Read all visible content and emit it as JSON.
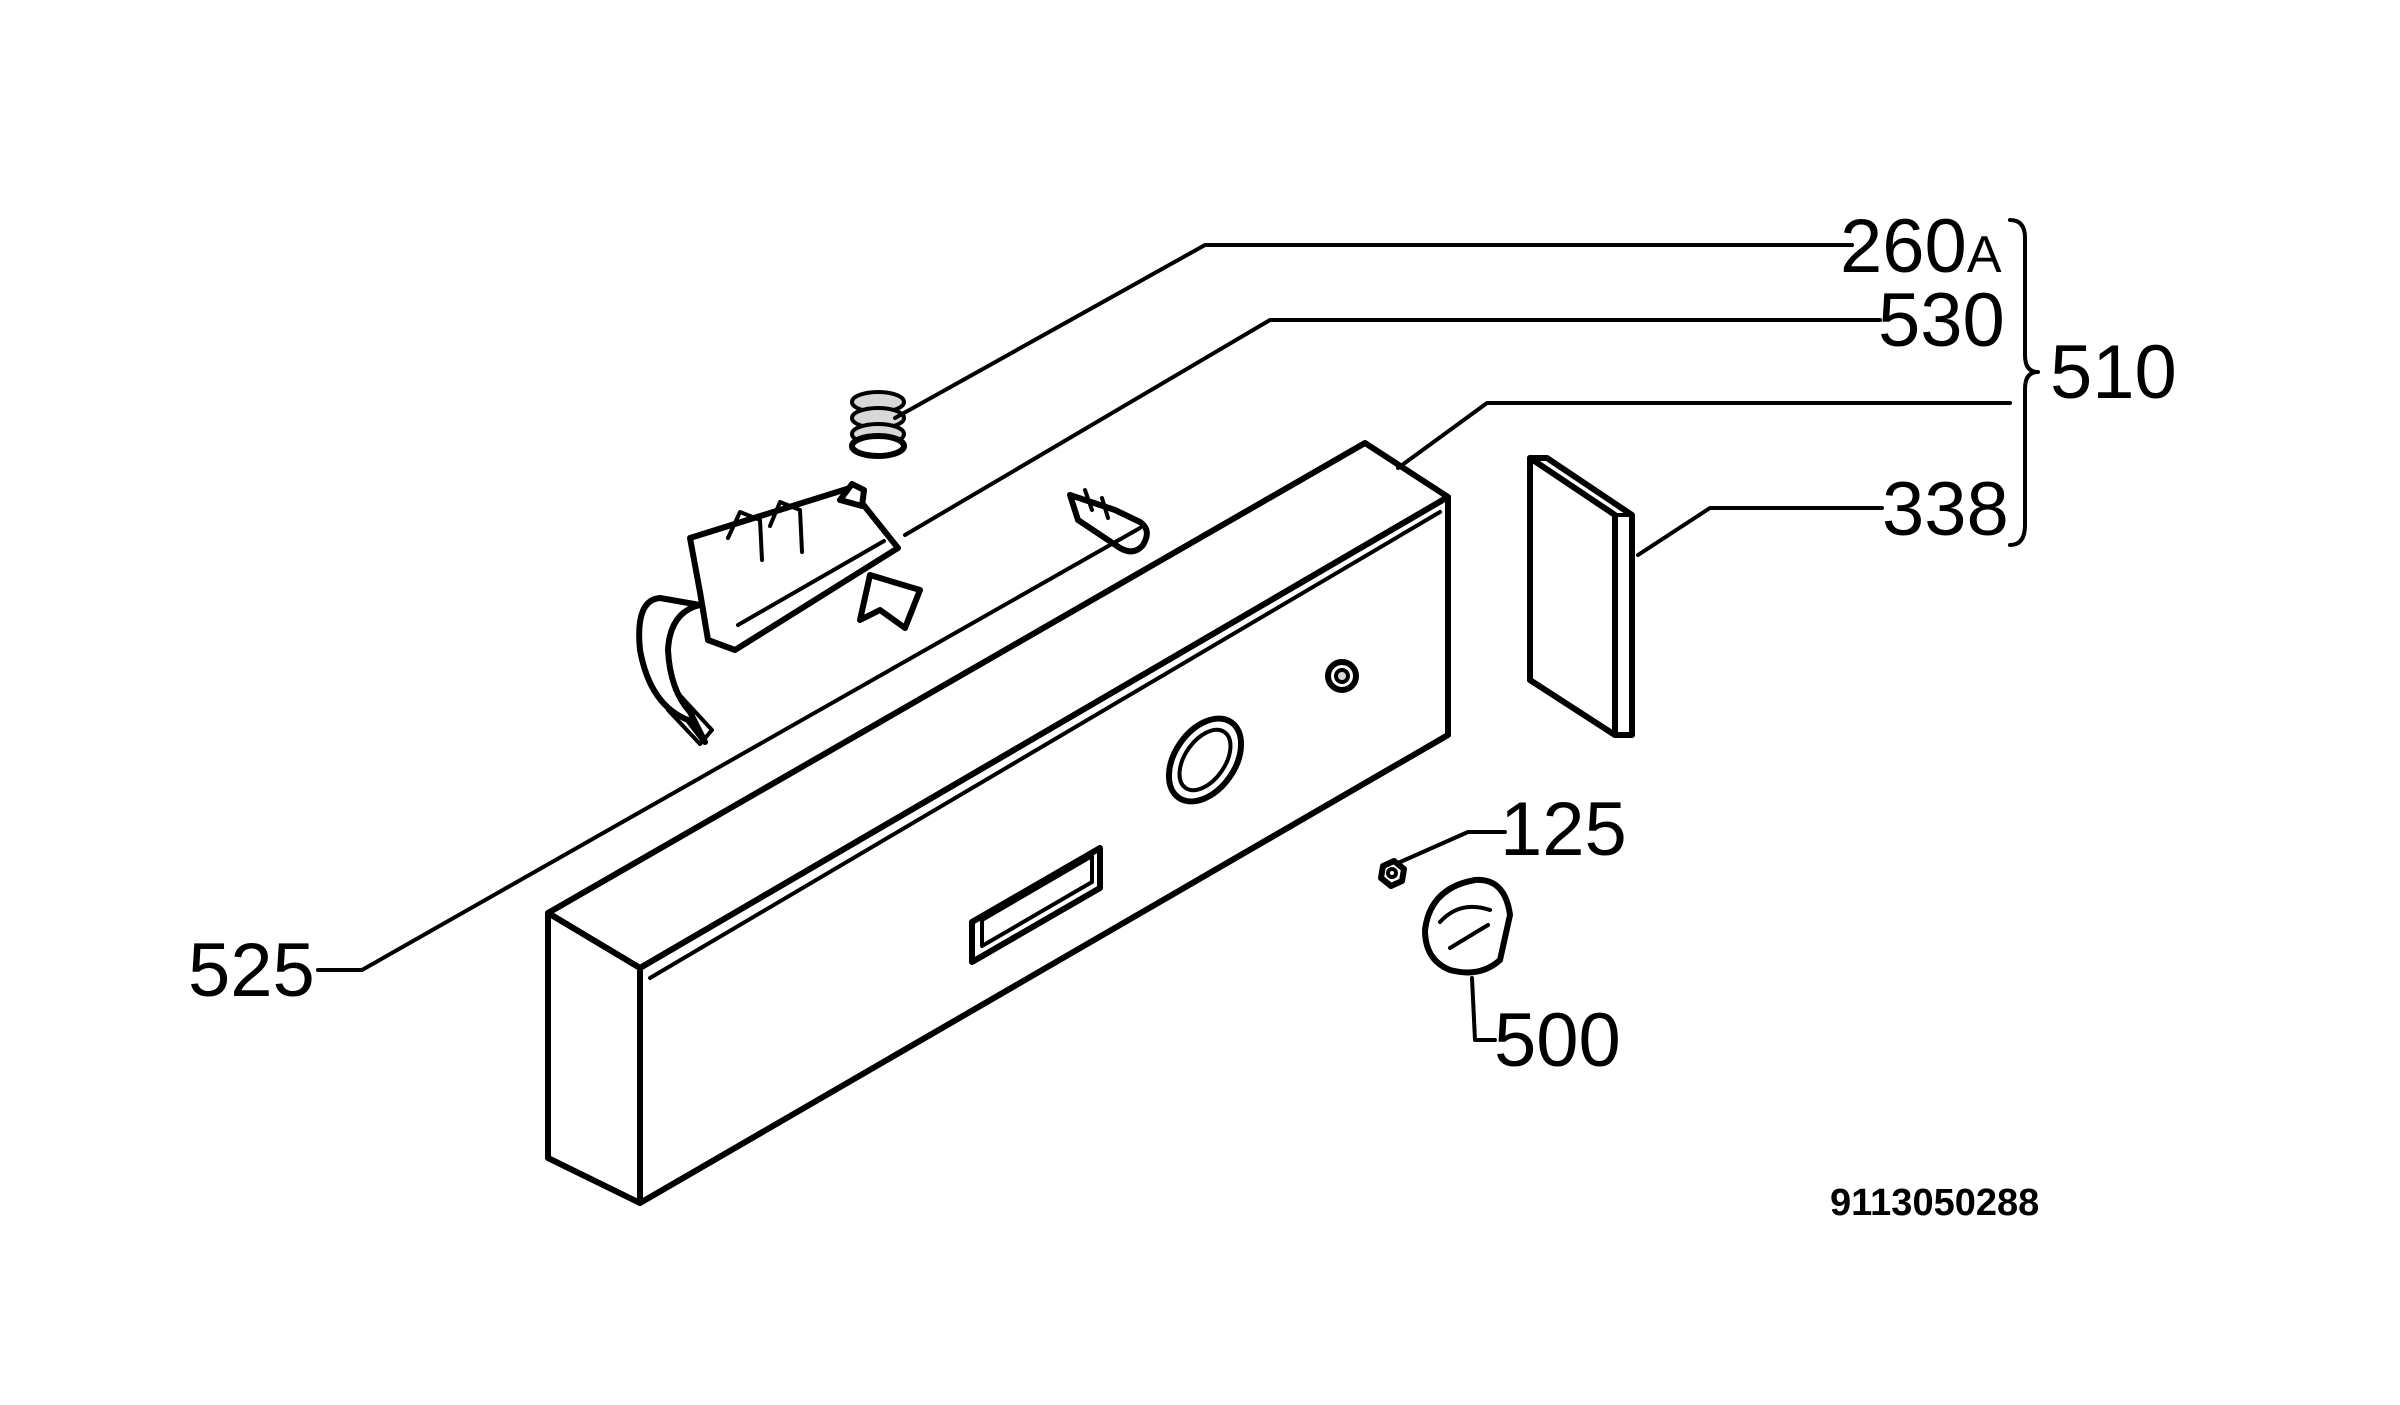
{
  "diagram": {
    "labels": {
      "part_260": "260",
      "part_260_suffix": "A",
      "part_530": "530",
      "part_510": "510",
      "part_338": "338",
      "part_125": "125",
      "part_500": "500",
      "part_525": "525"
    },
    "document_number": "9113050288",
    "colors": {
      "ink": "#000000",
      "background": "#ffffff",
      "shading": "#d8d8d8"
    }
  }
}
